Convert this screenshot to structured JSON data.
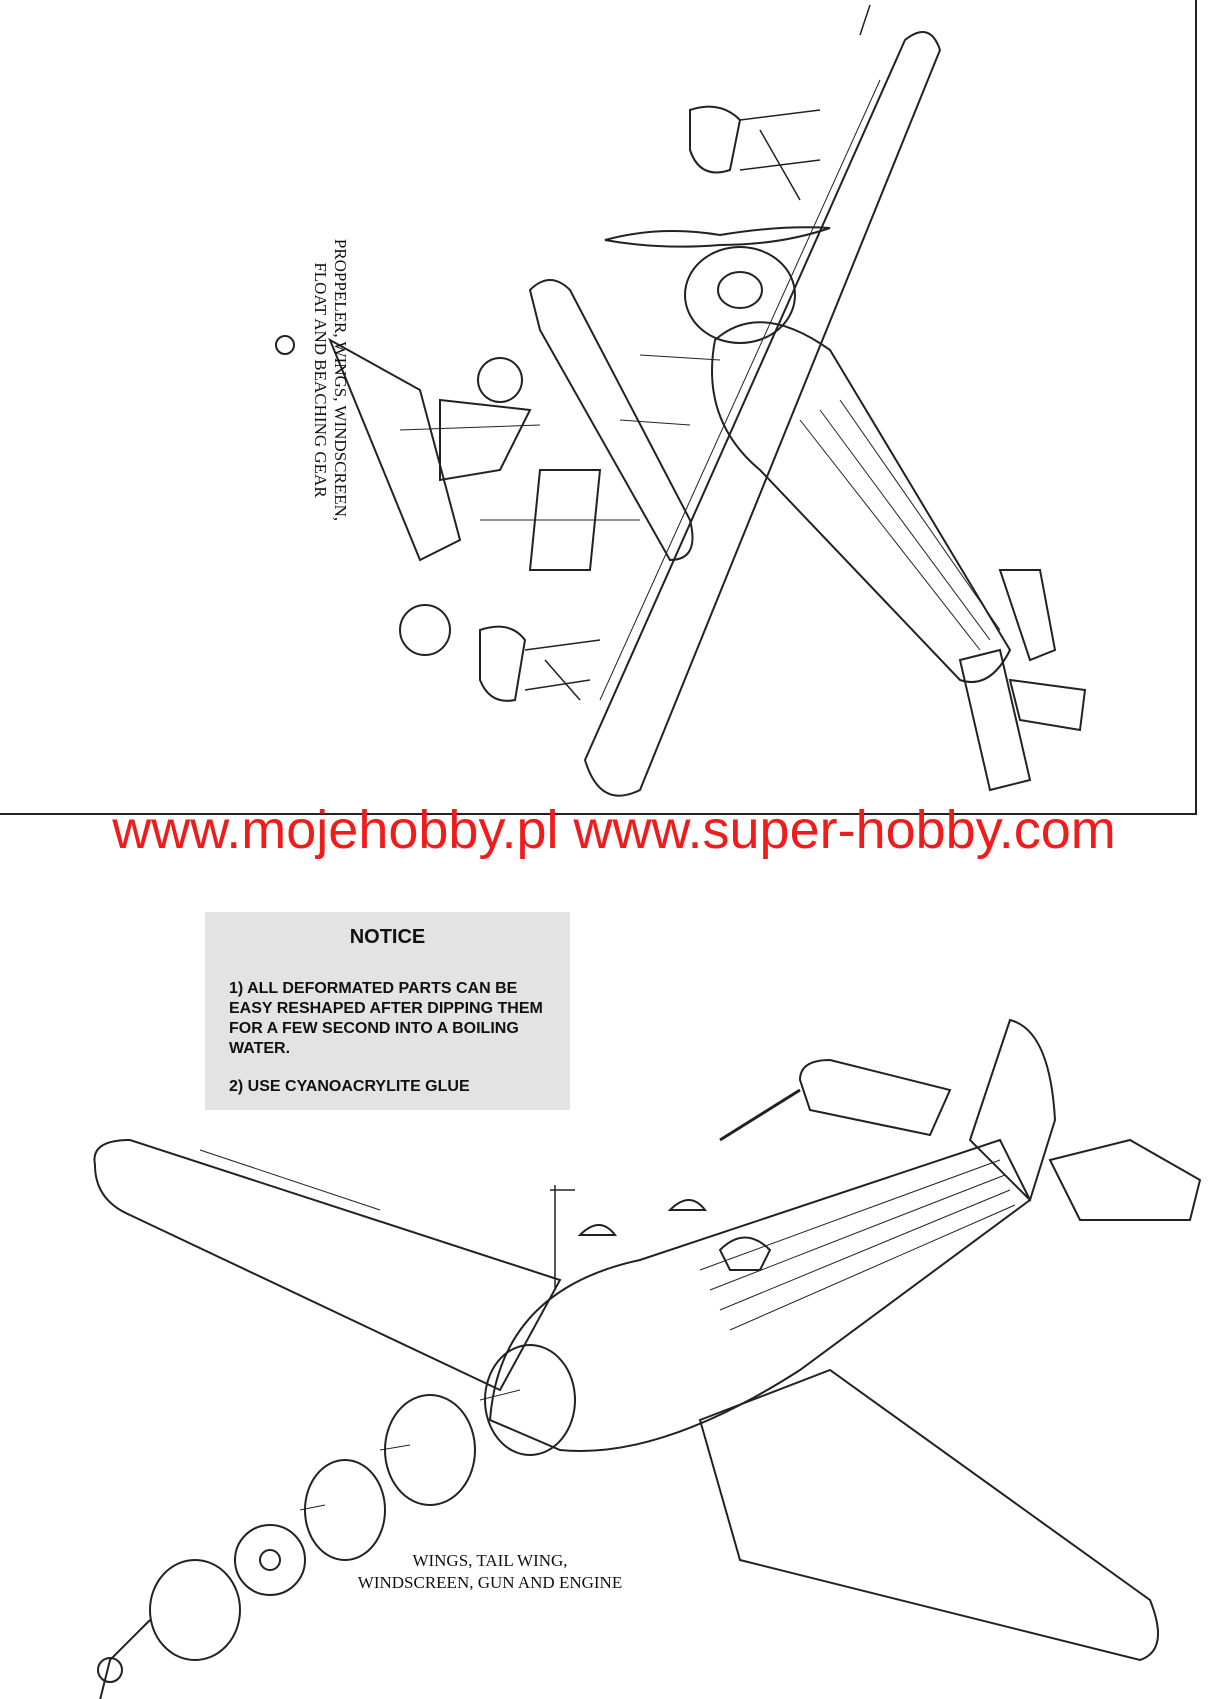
{
  "top_panel": {
    "title_lines": [
      "PROPPELER, WINGS, WINDSCREEN,",
      "FLOAT AND BEACHING GEAR"
    ]
  },
  "watermark": {
    "text": "www.mojehobby.pl www.super-hobby.com",
    "color": "#ef1c1c"
  },
  "notice": {
    "title": "NOTICE",
    "item1": "1) ALL DEFORMATED PARTS CAN BE EASY RESHAPED AFTER DIPPING THEM FOR A FEW SECOND INTO A BOILING WATER.",
    "item2": "2) USE CYANOACRYLITE GLUE",
    "background": "#e3e3e3"
  },
  "bottom_panel": {
    "caption_lines": [
      "WINGS, TAIL WING,",
      "WINDSCREEN, GUN AND ENGINE"
    ]
  }
}
